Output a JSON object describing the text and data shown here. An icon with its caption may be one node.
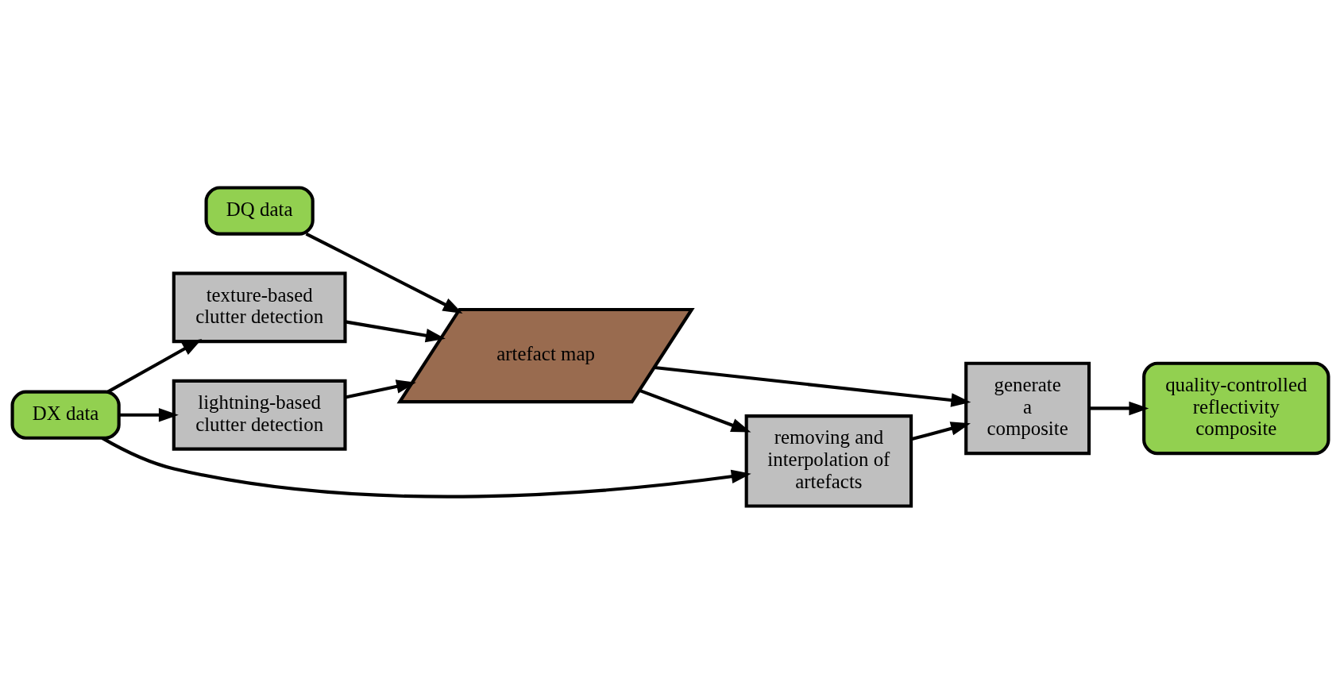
{
  "diagram": {
    "nodes": [
      {
        "text": [
          "DQ data"
        ]
      },
      {
        "text": [
          "artefact map"
        ]
      },
      {
        "text": [
          "DX data"
        ]
      },
      {
        "text": [
          "texture-based clutter detection"
        ]
      },
      {
        "text": [
          "lightning-based clutter detection"
        ]
      },
      {
        "text": [
          "removing and interpolation of artefacts"
        ]
      },
      {
        "text": [
          "generate a composite"
        ]
      },
      {
        "text": [
          "quality-controlled reflectivity composite"
        ]
      }
    ],
    "edges": [
      {
        "from": 0,
        "to": 1,
        "arrow": "to"
      },
      {
        "from": 2,
        "to": 3,
        "arrow": "to"
      },
      {
        "from": 2,
        "to": 4,
        "arrow": "to"
      },
      {
        "from": 3,
        "to": 1,
        "arrow": "to"
      },
      {
        "from": 4,
        "to": 1,
        "arrow": "to"
      },
      {
        "from": 1,
        "to": 5,
        "arrow": "to"
      },
      {
        "from": 2,
        "to": 5,
        "arrow": "to"
      },
      {
        "from": 1,
        "to": 6,
        "arrow": "to"
      },
      {
        "from": 5,
        "to": 6,
        "arrow": "to"
      },
      {
        "from": 6,
        "to": 7,
        "arrow": "to"
      }
    ]
  }
}
